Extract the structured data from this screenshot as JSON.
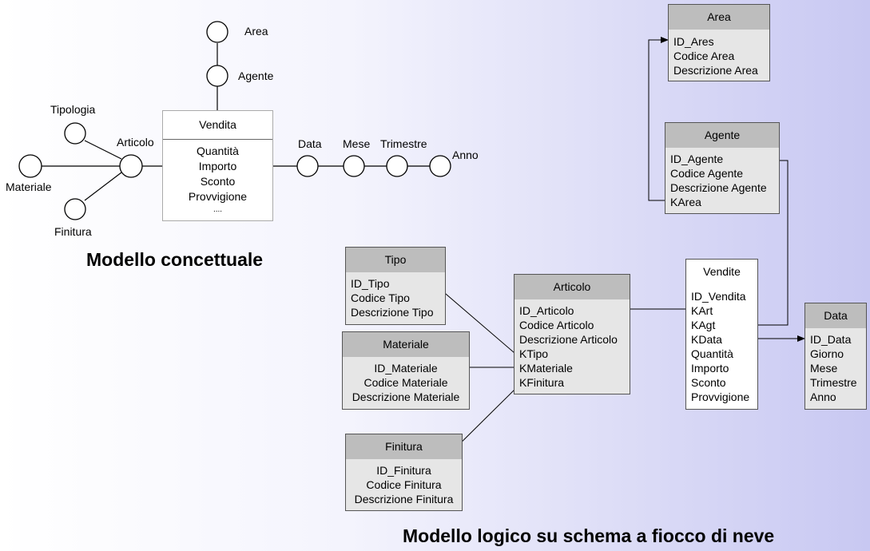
{
  "conceptual": {
    "fact": {
      "name": "Vendita",
      "measures": [
        "Quantità",
        "Importo",
        "Sconto",
        "Provvigione",
        "...."
      ]
    },
    "nodes": {
      "area": "Area",
      "agente": "Agente",
      "tipologia": "Tipologia",
      "articolo": "Articolo",
      "materiale": "Materiale",
      "finitura": "Finitura",
      "data": "Data",
      "mese": "Mese",
      "trimestre": "Trimestre",
      "anno": "Anno"
    },
    "caption": "Modello concettuale"
  },
  "logical": {
    "caption": "Modello logico su schema a fiocco di neve",
    "tables": {
      "area": {
        "title": "Area",
        "fields": [
          "ID_Ares",
          "Codice Area",
          "Descrizione Area"
        ]
      },
      "agente": {
        "title": "Agente",
        "fields": [
          "ID_Agente",
          "Codice Agente",
          "Descrizione Agente",
          "KArea"
        ]
      },
      "tipo": {
        "title": "Tipo",
        "fields": [
          "ID_Tipo",
          "Codice Tipo",
          "Descrizione Tipo"
        ]
      },
      "articolo": {
        "title": "Articolo",
        "fields": [
          "ID_Articolo",
          "Codice Articolo",
          "Descrizione Articolo",
          "KTipo",
          "KMateriale",
          "KFinitura"
        ]
      },
      "vendite": {
        "title": "Vendite",
        "fields": [
          "ID_Vendita",
          "KArt",
          "KAgt",
          "KData",
          "Quantità",
          "Importo",
          "Sconto",
          "Provvigione"
        ]
      },
      "data": {
        "title": "Data",
        "fields": [
          "ID_Data",
          "Giorno",
          "Mese",
          "Trimestre",
          "Anno"
        ]
      },
      "materiale": {
        "title": "Materiale",
        "fields": [
          "ID_Materiale",
          "Codice Materiale",
          "Descrizione Materiale"
        ]
      },
      "finitura": {
        "title": "Finitura",
        "fields": [
          "ID_Finitura",
          "Codice Finitura",
          "Descrizione Finitura"
        ]
      }
    }
  },
  "colors": {
    "header": "#bdbdbd",
    "body": "#e6e6e6",
    "line": "#000000"
  }
}
